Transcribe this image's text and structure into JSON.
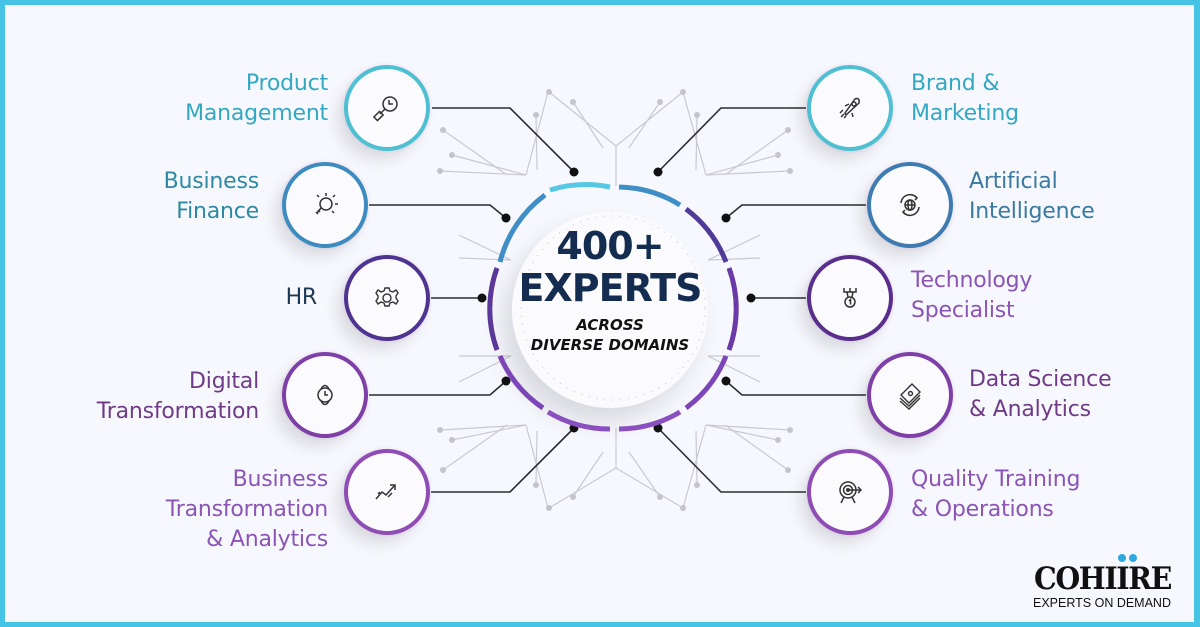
{
  "center": {
    "headline_line1": "400+",
    "headline_line2": "EXPERTS",
    "subline_line1": "ACROSS",
    "subline_line2": "DIVERSE DOMAINS"
  },
  "domains_left": [
    {
      "label_line1": "Product",
      "label_line2": "Management",
      "icon": "magnifier-clock-icon",
      "color": "#3fb8c9",
      "text_color": "#33a9c1"
    },
    {
      "label_line1": "Business",
      "label_line2": "Finance",
      "icon": "lightbulb-icon",
      "color": "#3d8bbd",
      "text_color": "#2d8aa3"
    },
    {
      "label_line1": "HR",
      "label_line2": "",
      "icon": "gear-icon",
      "color": "#4e3490",
      "text_color": "#1c3a55"
    },
    {
      "label_line1": "Digital",
      "label_line2": "Transformation",
      "icon": "smartwatch-icon",
      "color": "#7e3fa6",
      "text_color": "#6e3b87"
    },
    {
      "label_line1": "Business",
      "label_line2": "Transformation",
      "label_line3": "& Analytics",
      "icon": "trend-up-icon",
      "color": "#8e4cb4",
      "text_color": "#8a55b6"
    }
  ],
  "domains_right": [
    {
      "label_line1": "Brand &",
      "label_line2": "Marketing",
      "icon": "rocket-icon",
      "color": "#3fb8c9",
      "text_color": "#34a8c2"
    },
    {
      "label_line1": "Artificial",
      "label_line2": "Intelligence",
      "icon": "globe-sync-icon",
      "color": "#3d7bb0",
      "text_color": "#3a7aa0"
    },
    {
      "label_line1": "Technology",
      "label_line2": "Specialist",
      "icon": "medal-icon",
      "color": "#5a2e8c",
      "text_color": "#8a55b6"
    },
    {
      "label_line1": "Data Science",
      "label_line2": "& Analytics",
      "icon": "money-stack-icon",
      "color": "#7e3fa6",
      "text_color": "#6e3b87"
    },
    {
      "label_line1": "Quality Training",
      "label_line2": "& Operations",
      "icon": "target-arrow-icon",
      "color": "#8e4cb4",
      "text_color": "#8a55b6"
    }
  ],
  "brand": {
    "name": "COHIIRE",
    "tagline": "EXPERTS ON DEMAND",
    "accent": "#2fa8e0"
  },
  "colors": {
    "frame": "#45c4e6",
    "headline": "#142c50"
  }
}
